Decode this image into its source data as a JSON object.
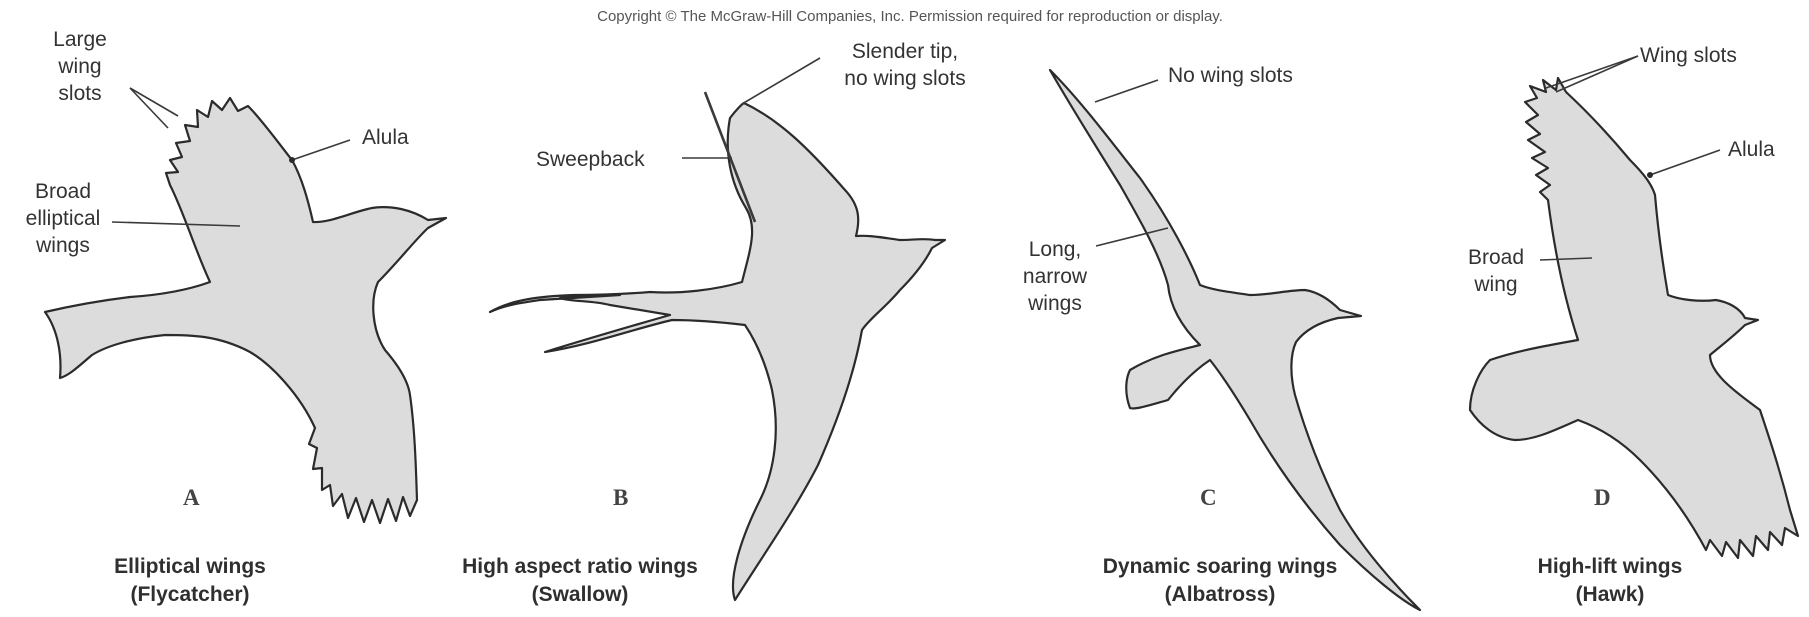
{
  "copyright": "Copyright © The McGraw-Hill Companies, Inc. Permission required for reproduction or display.",
  "panels": {
    "a": {
      "letter": "A",
      "caption_line1": "Elliptical wings",
      "caption_line2": "(Flycatcher)",
      "labels": {
        "large_wing_slots": "Large\nwing\nslots",
        "alula": "Alula",
        "broad_elliptical_wings": "Broad\nelliptical\nwings"
      }
    },
    "b": {
      "letter": "B",
      "caption_line1": "High aspect ratio wings",
      "caption_line2": "(Swallow)",
      "labels": {
        "slender_tip": "Slender tip,\nno wing slots",
        "sweepback": "Sweepback"
      }
    },
    "c": {
      "letter": "C",
      "caption_line1": "Dynamic soaring wings",
      "caption_line2": "(Albatross)",
      "labels": {
        "no_wing_slots": "No wing slots",
        "long_narrow_wings": "Long,\nnarrow\nwings"
      }
    },
    "d": {
      "letter": "D",
      "caption_line1": "High-lift wings",
      "caption_line2": "(Hawk)",
      "labels": {
        "wing_slots": "Wing slots",
        "alula": "Alula",
        "broad_wing": "Broad\nwing"
      }
    }
  },
  "colors": {
    "silhouette_fill": "#dcdcdc",
    "outline": "#2b2b2b",
    "text": "#333333"
  }
}
